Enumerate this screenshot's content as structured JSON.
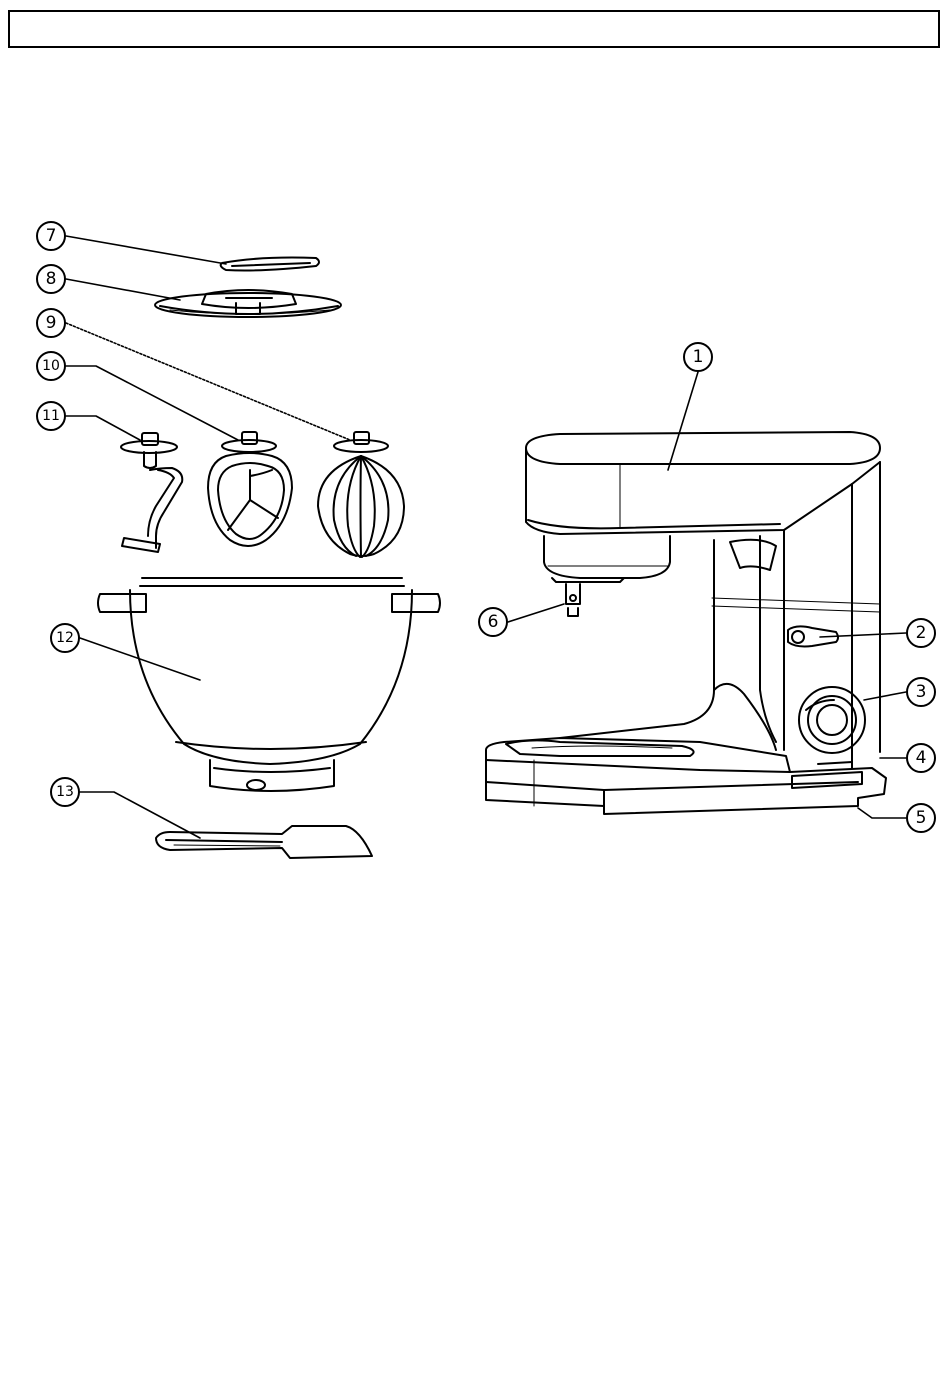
{
  "header": {
    "title": ""
  },
  "diagram": {
    "subject": "stand mixer exploded view",
    "parts": [
      {
        "number": "1",
        "label": ""
      },
      {
        "number": "2",
        "label": ""
      },
      {
        "number": "3",
        "label": ""
      },
      {
        "number": "4",
        "label": ""
      },
      {
        "number": "5",
        "label": ""
      },
      {
        "number": "6",
        "label": ""
      },
      {
        "number": "7",
        "label": ""
      },
      {
        "number": "8",
        "label": ""
      },
      {
        "number": "9",
        "label": ""
      },
      {
        "number": "10",
        "label": ""
      },
      {
        "number": "11",
        "label": ""
      },
      {
        "number": "12",
        "label": ""
      },
      {
        "number": "13",
        "label": ""
      }
    ]
  }
}
